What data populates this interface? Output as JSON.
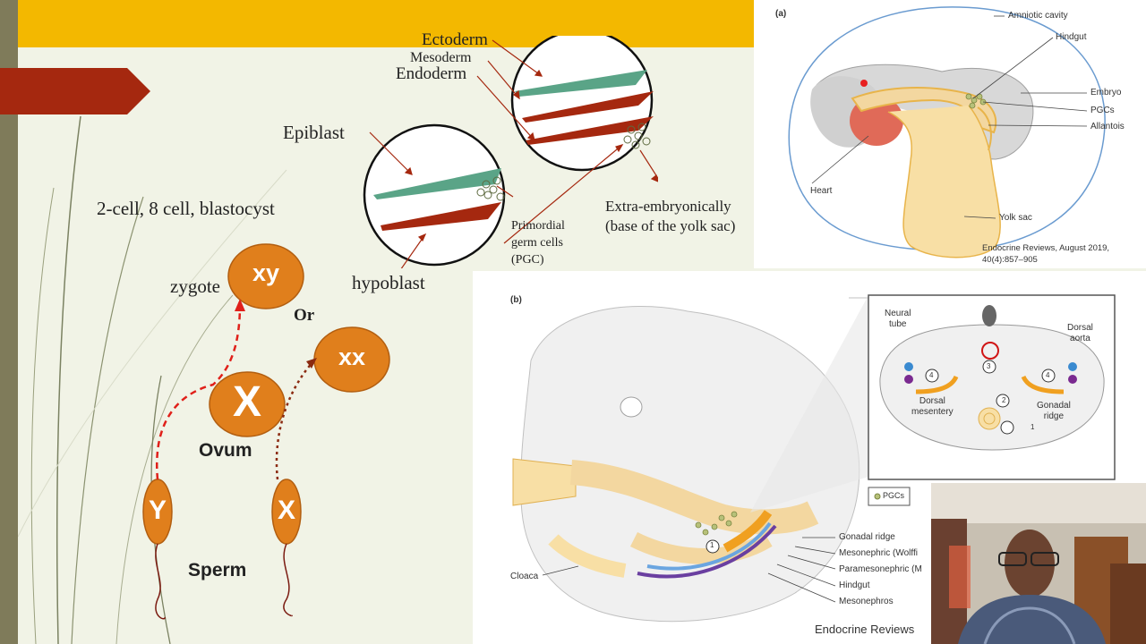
{
  "germ_layers": {
    "ectoderm": "Ectoderm",
    "mesoderm": "Mesoderm",
    "endoderm": "Endoderm",
    "epiblast": "Epiblast",
    "hypoblast": "hypoblast",
    "pgc": [
      "Primordial",
      "germ cells",
      "(PGC)"
    ],
    "extra_embryonic": [
      "Extra-embryonically",
      "(base of the yolk sac)"
    ]
  },
  "fertilization": {
    "stages": "2-cell, 8 cell, blastocyst",
    "zygote_label": "zygote",
    "zygote_xy": "xy",
    "or_label": "Or",
    "zygote_xx": "xx",
    "ovum_chromosome": "X",
    "ovum_label": "Ovum",
    "sperm_y": "Y",
    "sperm_x": "X",
    "sperm_label": "Sperm"
  },
  "figure_a": {
    "panel_letter": "(a)",
    "labels": [
      "Amniotic cavity",
      "Hindgut",
      "Embryo",
      "PGCs",
      "Allantois",
      "Heart",
      "Yolk sac"
    ],
    "citation": [
      "Endocrine Reviews, August 2019,",
      "40(4):857–905"
    ]
  },
  "figure_b": {
    "panel_letter": "(b)",
    "inset_labels": {
      "neural_tube": [
        "Neural",
        "tube"
      ],
      "dorsal_aorta": [
        "Dorsal",
        "aorta"
      ],
      "dorsal_mesentery": [
        "Dorsal",
        "mesentery"
      ],
      "gonadal_ridge": [
        "Gonadal",
        "ridge"
      ],
      "num1": "1",
      "num2": "2",
      "num3": "3",
      "num4": "4"
    },
    "legend": "PGCs",
    "labels": [
      "Gonadal ridge",
      "Mesonephric (Wolffi",
      "Paramesonephric (M",
      "Hindgut",
      "Mesonephros"
    ],
    "cloaca": "Cloaca",
    "step1": "1",
    "watermark": "Endocrine Reviews"
  },
  "colors": {
    "accent_yellow": "#f3b800",
    "dark_red": "#a5280f",
    "orange_cell": "#e07f1c",
    "teal_layer": "#5aa487"
  }
}
